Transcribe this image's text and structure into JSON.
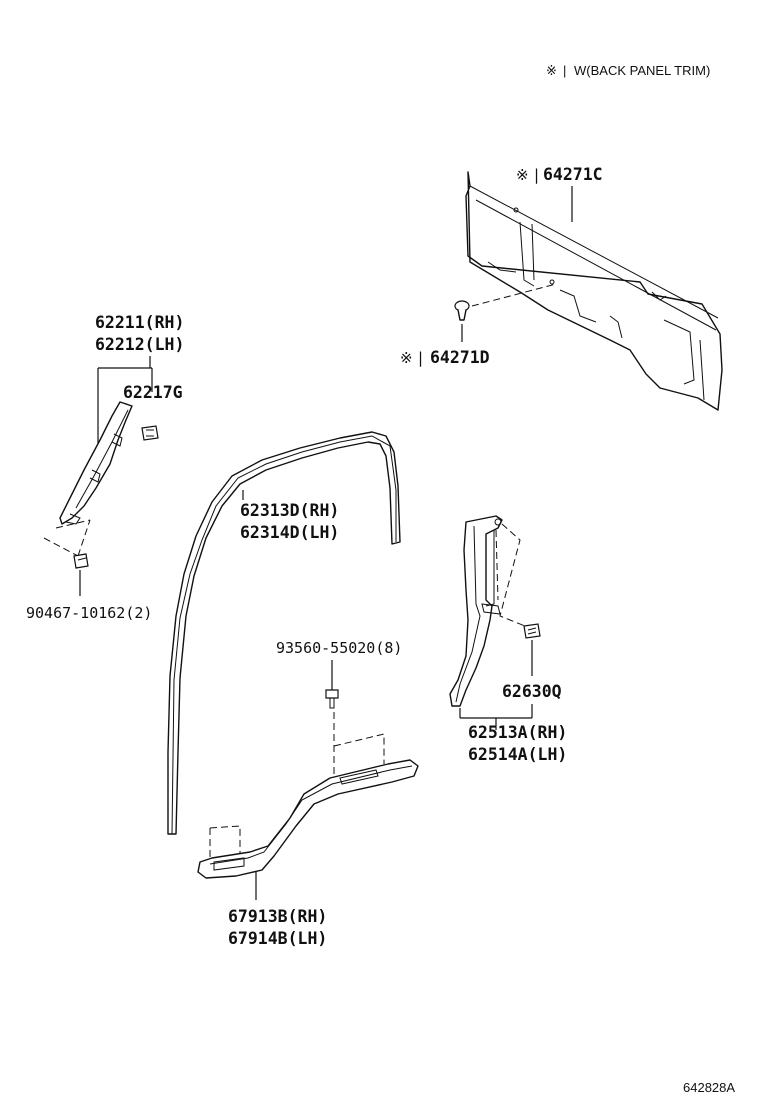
{
  "note": {
    "mark": "※",
    "text": "W(BACK PANEL TRIM)"
  },
  "diagram_code": "642828A",
  "parts": {
    "back_panel_trim": {
      "mark": "※",
      "number": "64271C"
    },
    "back_panel_clip": {
      "mark": "※",
      "number": "64271D"
    },
    "front_pillar_garnish": {
      "rh": "62211(RH)",
      "lh": "62212(LH)"
    },
    "front_pillar_clip": {
      "number": "62217G"
    },
    "front_pillar_screw": {
      "number": "90467-10162(2)"
    },
    "door_opening_trim": {
      "rh": "62313D(RH)",
      "lh": "62314D(LH)"
    },
    "scuff_plate_screw": {
      "number": "93560-55020(8)"
    },
    "scuff_plate": {
      "rh": "67913B(RH)",
      "lh": "67914B(LH)"
    },
    "center_pillar_clip": {
      "number": "62630Q"
    },
    "center_pillar_garnish": {
      "rh": "62513A(RH)",
      "lh": "62514A(LH)"
    }
  }
}
